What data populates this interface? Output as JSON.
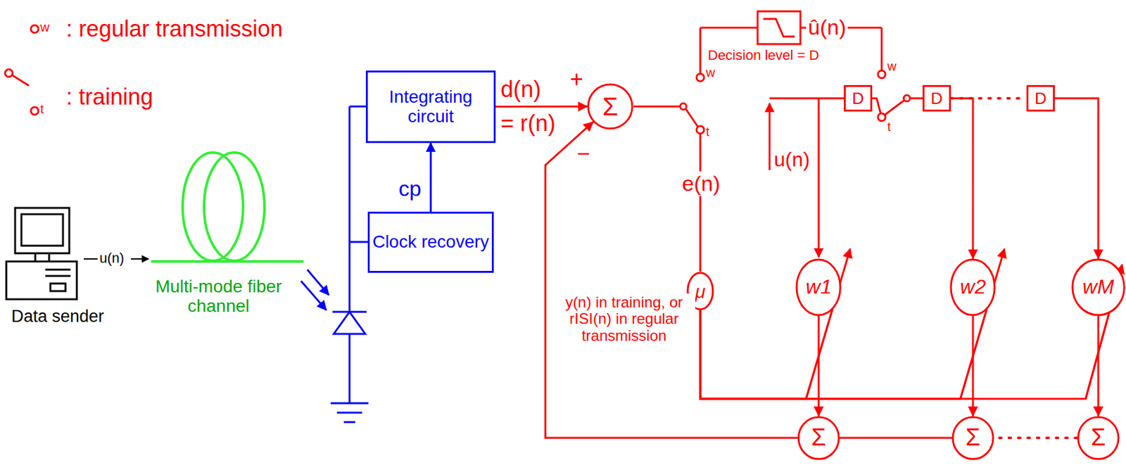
{
  "diagram": {
    "nodes": [
      {
        "text": [
          "Integrating circuit"
        ]
      },
      {
        "text": [
          "Clock recovery"
        ]
      },
      {
        "text": [
          "Σ"
        ]
      },
      {
        "text": [
          "μ"
        ]
      },
      {
        "text": [
          "D"
        ]
      },
      {
        "text": [
          "D"
        ]
      },
      {
        "text": [
          "D"
        ]
      },
      {
        "text": [
          "w1"
        ]
      },
      {
        "text": [
          "w2"
        ]
      },
      {
        "text": [
          "wM"
        ]
      },
      {
        "text": [
          "Σ"
        ]
      },
      {
        "text": [
          "Σ"
        ]
      },
      {
        "text": [
          "Σ"
        ]
      }
    ],
    "edges": [
      {
        "from": 1,
        "to": 0,
        "arrow": "to",
        "label": "cp"
      },
      {
        "from": 0,
        "to": 2,
        "arrow": "to"
      },
      {
        "from": 3,
        "to": 7,
        "arrow": "none"
      },
      {
        "from": 3,
        "to": 8,
        "arrow": "none"
      },
      {
        "from": 3,
        "to": 9,
        "arrow": "none"
      },
      {
        "from": 4,
        "to": 5,
        "arrow": "none"
      },
      {
        "from": 5,
        "to": 6,
        "arrow": "none"
      },
      {
        "from": 5,
        "to": 8,
        "arrow": "to"
      },
      {
        "from": 6,
        "to": 9,
        "arrow": "to"
      },
      {
        "from": 7,
        "to": 10,
        "arrow": "to"
      },
      {
        "from": 8,
        "to": 11,
        "arrow": "to"
      },
      {
        "from": 9,
        "to": 12,
        "arrow": "to"
      },
      {
        "from": 12,
        "to": 11,
        "arrow": "none"
      },
      {
        "from": 11,
        "to": 10,
        "arrow": "none"
      },
      {
        "from": 10,
        "to": 2,
        "arrow": "to"
      }
    ],
    "labels": [
      "w",
      "t",
      "Data sender",
      "u(n)",
      "Multi-mode fiber channel",
      "d(n)",
      "+",
      "= r(n)",
      "−",
      "w",
      "t",
      "e(n)",
      "u(n)",
      "w",
      "t",
      "û(n)",
      "Decision level = D",
      "y(n) in training, or rISI(n) in regular transmission"
    ],
    "legend": [
      {
        "text": ": regular transmission"
      },
      {
        "text": ": training"
      }
    ]
  }
}
